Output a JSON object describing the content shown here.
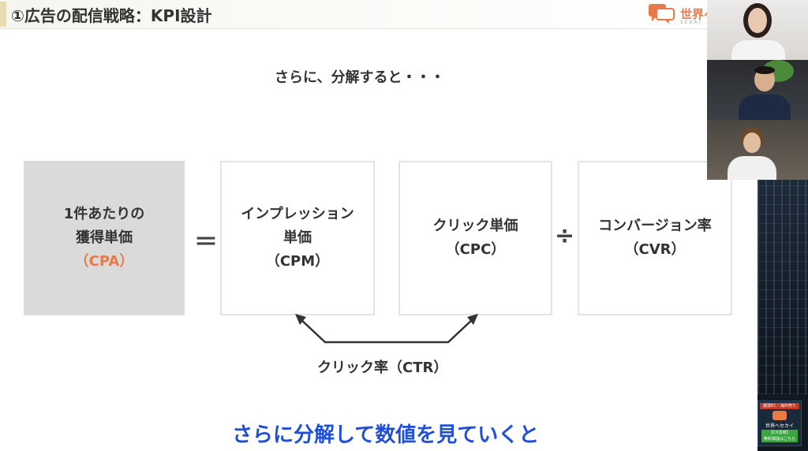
{
  "header": {
    "title": "①広告の配信戦略：KPI設計",
    "logo_text": "世界へ",
    "logo_sub": "SEKAI"
  },
  "main": {
    "intro": "さらに、分解すると・・・",
    "cpa_line1": "1件あたりの",
    "cpa_line2": "獲得単価",
    "cpa_abbr": "（CPA）",
    "equals": "＝",
    "cpm_line1": "インプレッション",
    "cpm_line2": "単価",
    "cpm_abbr": "（CPM）",
    "cpc_line1": "クリック単価",
    "cpc_abbr": "（CPC）",
    "divide": "÷",
    "cvr_line1": "コンバージョン率",
    "cvr_abbr": "（CVR）",
    "ctr_label": "クリック率（CTR）"
  },
  "subtitle": "さらに分解して数値を見ていくと",
  "channel": {
    "top_text": "越境EC・海外売り",
    "name": "世界へセカイ",
    "badge_line1": "【CX活用】",
    "badge_line2": "無料相談はこちら"
  },
  "colors": {
    "accent": "#e87a4a",
    "subtitle": "#2050d8",
    "cpa_box": "#dadada"
  }
}
